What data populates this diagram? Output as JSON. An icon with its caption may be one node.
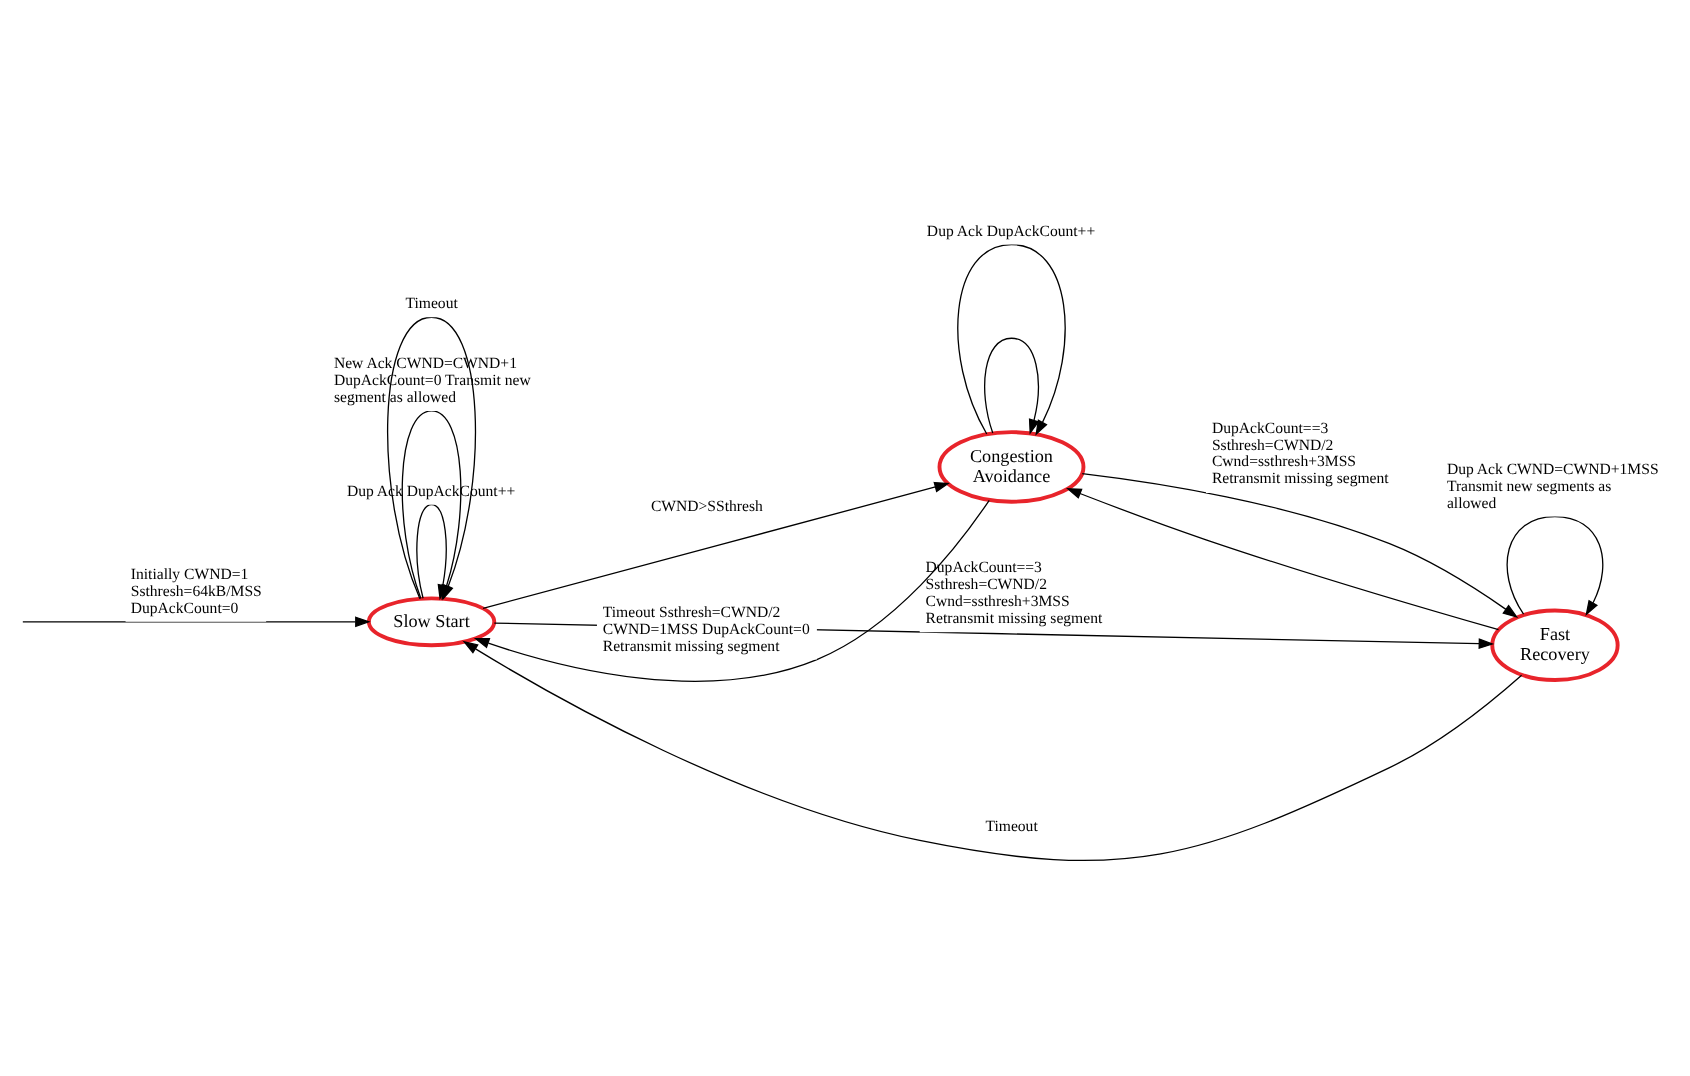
{
  "diagram": {
    "nodes": [
      {
        "text": [
          "Slow Start"
        ]
      },
      {
        "text": [
          "Congestion Avoidance"
        ]
      },
      {
        "text": [
          "Fast Recovery"
        ]
      }
    ],
    "edges": [
      {
        "from": null,
        "to": 0,
        "arrow": "to",
        "label": "Initially CWND=1 Ssthresh=64kB/MSS DupAckCount=0"
      },
      {
        "from": 0,
        "to": 0,
        "arrow": "to",
        "label": "Dup Ack DupAckCount++"
      },
      {
        "from": 0,
        "to": 0,
        "arrow": "to",
        "label": "New Ack CWND=CWND+1 DupAckCount=0 Transmit new segment as allowed"
      },
      {
        "from": 0,
        "to": 1,
        "arrow": "to",
        "label": "CWND>SSthresh"
      },
      {
        "from": 1,
        "to": 0,
        "arrow": "to",
        "label": "Timeout Ssthresh=CWND/2 CWND=1MSS DupAckCount=0 Retransmit missing segment"
      },
      {
        "from": 0,
        "to": 0,
        "arrow": "to",
        "label": "Timeout"
      },
      {
        "from": 2,
        "to": 0,
        "arrow": "to",
        "label": "Timeout"
      },
      {
        "from": 0,
        "to": 2,
        "arrow": "to",
        "label": "DupAckCount==3 Ssthresh=CWND/2 Cwnd=ssthresh+3MSS Retransmit missing segment"
      },
      {
        "from": 1,
        "to": 1,
        "arrow": "to"
      },
      {
        "from": 1,
        "to": 1,
        "arrow": "to",
        "label": "Dup Ack DupAckCount++"
      },
      {
        "from": 2,
        "to": 1,
        "arrow": "to"
      },
      {
        "from": 1,
        "to": 2,
        "arrow": "to",
        "label": "DupAckCount==3 Ssthresh=CWND/2 Cwnd=ssthresh+3MSS Retransmit missing segment"
      },
      {
        "from": 2,
        "to": 2,
        "arrow": "to",
        "label": "Dup Ack CWND=CWND+1MSS Transmit new segments as allowed"
      }
    ]
  }
}
